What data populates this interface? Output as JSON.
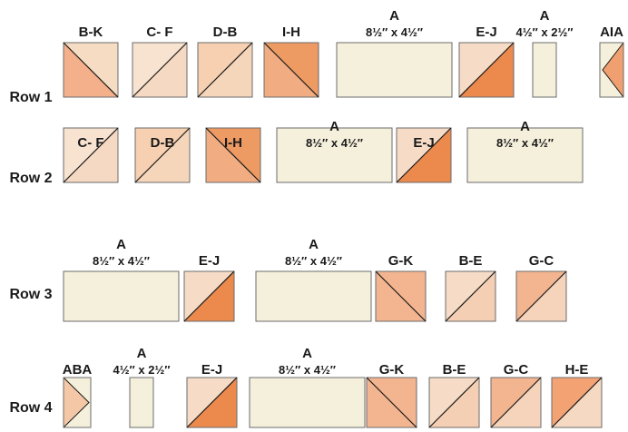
{
  "colors": {
    "background_cream": "#f5f0dc",
    "light_print": "#f7dcc5",
    "light_print_alt": "#f6e1cd",
    "medium_peach": "#f3ae86",
    "dark_orange": "#ec8a4e",
    "outline": "#6b6b6b",
    "divider": "#1a1a1a"
  },
  "rows": [
    {
      "label": "Row 1",
      "blocks": [
        {
          "kind": "hst",
          "label": "B-K",
          "orient": "diag-down",
          "c1": "#f6dcc3",
          "c2": "#f3b08a"
        },
        {
          "kind": "hst",
          "label": "C- F",
          "orient": "diag-up",
          "c1": "#f7e3d0",
          "c2": "#f6d9c2"
        },
        {
          "kind": "hst",
          "label": "D-B",
          "orient": "diag-up",
          "c1": "#f6d0b0",
          "c2": "#f6d6bb"
        },
        {
          "kind": "hst",
          "label": "I-H",
          "orient": "diag-down",
          "c1": "#ee9a63",
          "c2": "#f1ac82"
        },
        {
          "kind": "rect",
          "label": "A",
          "dim": "8½″ x 4½″"
        },
        {
          "kind": "hst",
          "label": "E-J",
          "orient": "diag-up",
          "c1": "#f6dcc6",
          "c2": "#ec8a4e"
        },
        {
          "kind": "rect",
          "label": "A",
          "dim": "4½″ x 2½″"
        },
        {
          "kind": "aia",
          "label": "AIA"
        }
      ]
    },
    {
      "label": "Row 2",
      "blocks": [
        {
          "kind": "hst",
          "label": "C- F",
          "orient": "diag-up",
          "c1": "#f7e3d0",
          "c2": "#f6d9c2"
        },
        {
          "kind": "hst",
          "label": "D-B",
          "orient": "diag-up",
          "c1": "#f6d0b0",
          "c2": "#f6d6bb"
        },
        {
          "kind": "hst",
          "label": "I-H",
          "orient": "diag-down",
          "c1": "#ee9a63",
          "c2": "#f1ac82"
        },
        {
          "kind": "rect",
          "label": "A",
          "dim": "8½″ x 4½″"
        },
        {
          "kind": "hst",
          "label": "E-J",
          "orient": "diag-up",
          "c1": "#f6dcc6",
          "c2": "#ec8a4e"
        },
        {
          "kind": "rect",
          "label": "A",
          "dim": "8½″ x 4½″"
        }
      ]
    },
    {
      "label": "Row 3",
      "blocks": [
        {
          "kind": "rect",
          "label": "A",
          "dim": "8½″ x 4½″"
        },
        {
          "kind": "hst",
          "label": "E-J",
          "orient": "diag-up",
          "c1": "#f6dcc6",
          "c2": "#ec8a4e"
        },
        {
          "kind": "rect",
          "label": "A",
          "dim": "8½″ x 4½″"
        },
        {
          "kind": "hst",
          "label": "G-K",
          "orient": "diag-down",
          "c1": "#f3b590",
          "c2": "#f3b590"
        },
        {
          "kind": "hst",
          "label": "B-E",
          "orient": "diag-up",
          "c1": "#f6dcc6",
          "c2": "#f5cfb3"
        },
        {
          "kind": "hst",
          "label": "G-C",
          "orient": "diag-up",
          "c1": "#f3b590",
          "c2": "#f6d3bb"
        }
      ]
    },
    {
      "label": "Row 4",
      "blocks": [
        {
          "kind": "aba",
          "label": "ABA"
        },
        {
          "kind": "rect",
          "label": "A",
          "dim": "4½″ x 2½″"
        },
        {
          "kind": "hst",
          "label": "E-J",
          "orient": "diag-up",
          "c1": "#f6dcc6",
          "c2": "#ec8a4e"
        },
        {
          "kind": "rect",
          "label": "A",
          "dim": "8½″ x 4½″"
        },
        {
          "kind": "hst",
          "label": "G-K",
          "orient": "diag-down",
          "c1": "#f3b590",
          "c2": "#f3b590"
        },
        {
          "kind": "hst",
          "label": "B-E",
          "orient": "diag-up",
          "c1": "#f6dcc6",
          "c2": "#f5cfb3"
        },
        {
          "kind": "hst",
          "label": "G-C",
          "orient": "diag-up",
          "c1": "#f3b590",
          "c2": "#f6d3bb"
        },
        {
          "kind": "hst",
          "label": "H-E",
          "orient": "diag-up",
          "c1": "#f3a274",
          "c2": "#f6d9c2"
        }
      ]
    }
  ]
}
